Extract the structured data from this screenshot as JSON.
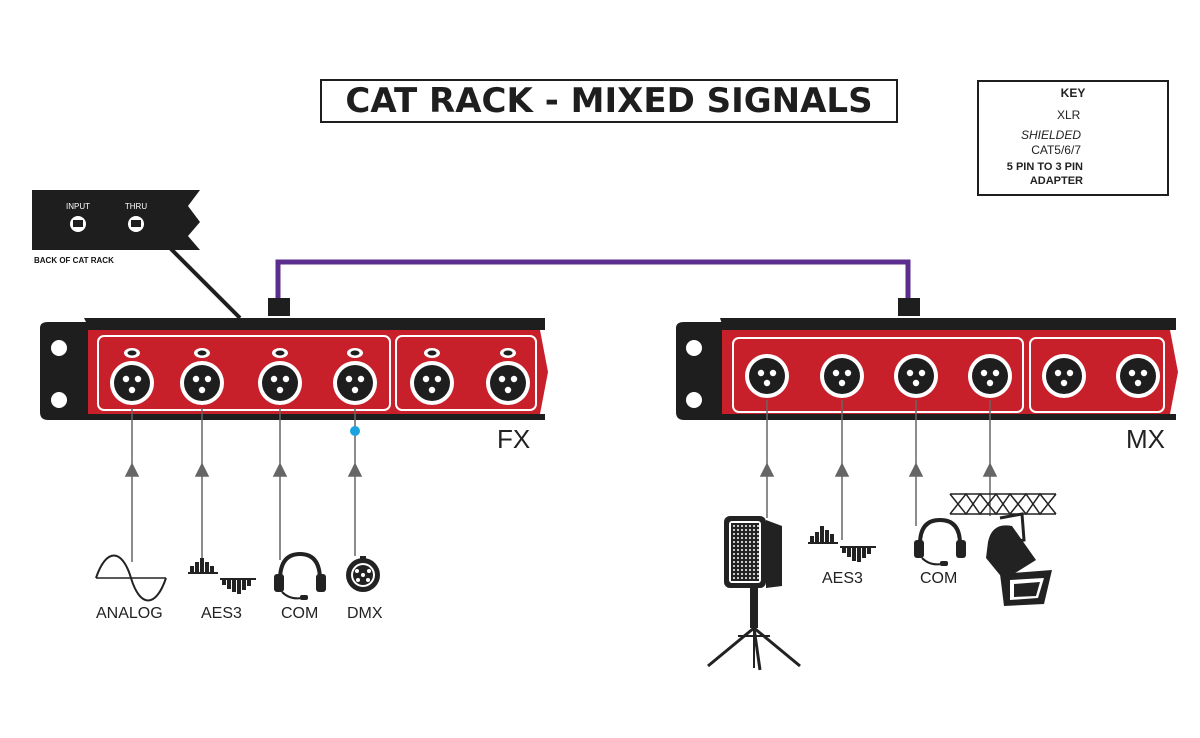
{
  "title": "CAT RACK - MIXED SIGNALS",
  "key": {
    "title": "KEY",
    "xlr": "XLR",
    "shielded": "SHIELDED",
    "cat": "CAT5/6/7",
    "adapter_line1": "5 PIN TO 3 PIN",
    "adapter_line2": "ADAPTER"
  },
  "back_panel": {
    "input": "INPUT",
    "thru": "THRU",
    "caption": "BACK OF CAT RACK"
  },
  "racks": {
    "fx": {
      "label": "FX"
    },
    "mx": {
      "label": "MX"
    }
  },
  "sources": {
    "fx": [
      "ANALOG",
      "AES3",
      "COM",
      "DMX"
    ],
    "mx": [
      "AES3",
      "COM"
    ]
  },
  "colors": {
    "rack_red": "#c8202a",
    "cat_purple": "#5b2d8e",
    "adapter_blue": "#1aa3e0",
    "dark": "#1e1e1e"
  }
}
